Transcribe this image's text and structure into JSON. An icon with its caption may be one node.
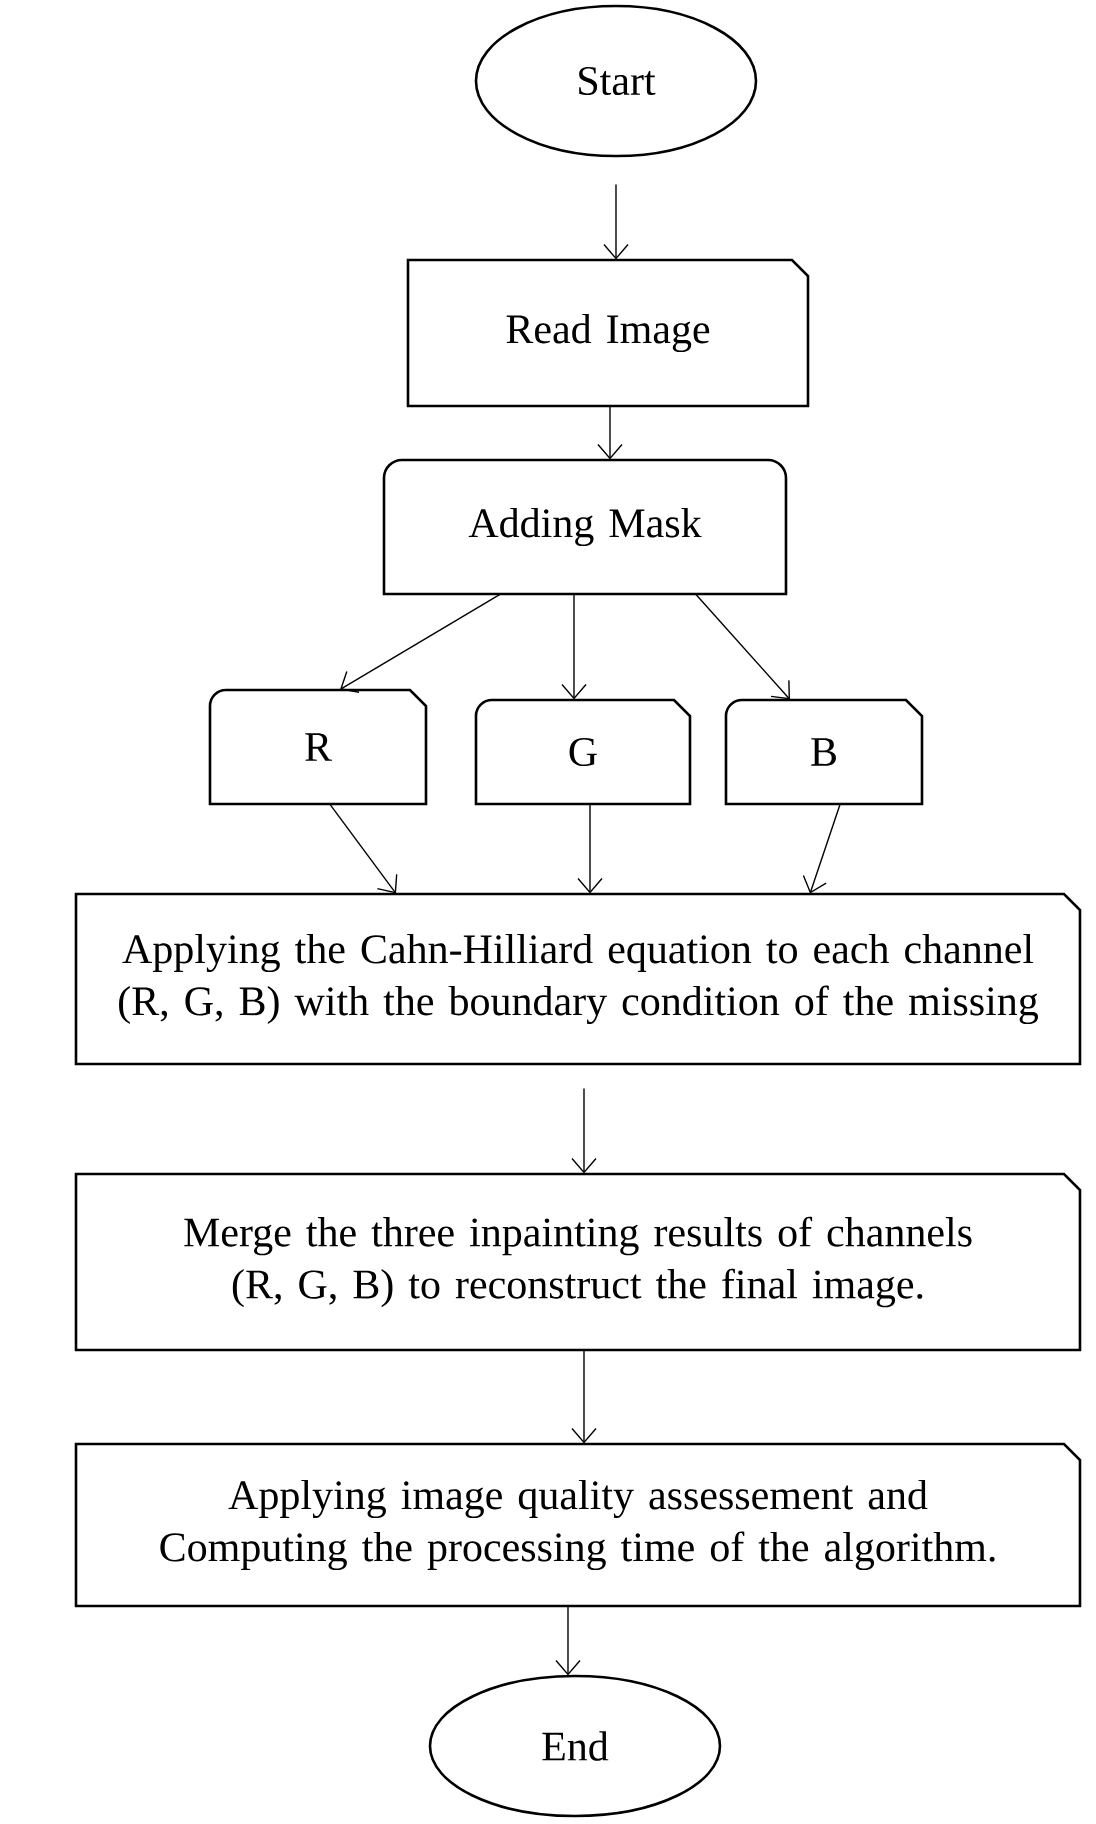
{
  "diagram": {
    "nodes": [
      {
        "text": [
          "Start"
        ]
      },
      {
        "text": [
          "Read Image"
        ]
      },
      {
        "text": [
          "Adding Mask"
        ]
      },
      {
        "text": [
          "R"
        ]
      },
      {
        "text": [
          "G"
        ]
      },
      {
        "text": [
          "B"
        ]
      },
      {
        "text": [
          "Applying the Cahn-Hilliard equation to each channel (R, G, B) with the boundary condition of the missing"
        ]
      },
      {
        "text": [
          "Merge the three inpainting results of channels (R, G, B) to reconstruct the final image."
        ]
      },
      {
        "text": [
          "Applying image quality assessement and Computing the processing time of the algorithm."
        ]
      },
      {
        "text": [
          "End"
        ]
      }
    ],
    "edges": [
      {
        "from": 0,
        "to": 1,
        "arrow": "to"
      },
      {
        "from": 1,
        "to": 2,
        "arrow": "to"
      },
      {
        "from": 2,
        "to": 3,
        "arrow": "to"
      },
      {
        "from": 2,
        "to": 4,
        "arrow": "to"
      },
      {
        "from": 2,
        "to": 5,
        "arrow": "to"
      },
      {
        "from": 3,
        "to": 6,
        "arrow": "to"
      },
      {
        "from": 4,
        "to": 6,
        "arrow": "to"
      },
      {
        "from": 5,
        "to": 6,
        "arrow": "to"
      },
      {
        "from": 6,
        "to": 7,
        "arrow": "to"
      },
      {
        "from": 7,
        "to": 8,
        "arrow": "to"
      },
      {
        "from": 8,
        "to": 9,
        "arrow": "to"
      }
    ]
  }
}
